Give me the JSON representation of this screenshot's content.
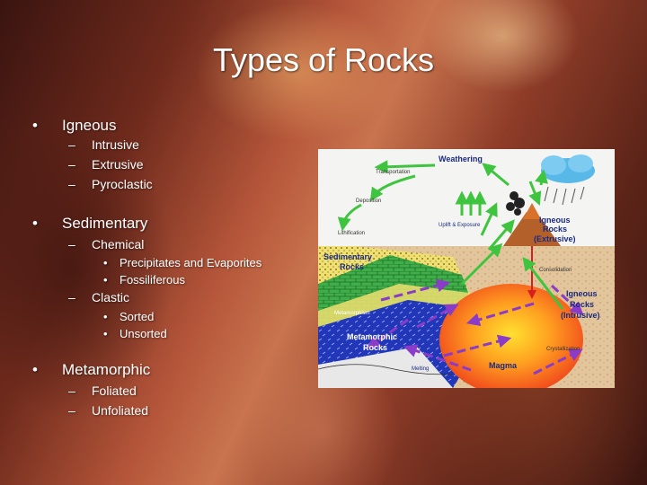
{
  "slide": {
    "title": "Types of Rocks",
    "bullet_glyph": "•",
    "dash_glyph": "–",
    "igneous": {
      "label": "Igneous",
      "items": [
        "Intrusive",
        "Extrusive",
        "Pyroclastic"
      ]
    },
    "sedimentary": {
      "label": "Sedimentary",
      "chemical": {
        "label": "Chemical",
        "items": [
          "Precipitates and Evaporites",
          "Fossiliferous"
        ]
      },
      "clastic": {
        "label": "Clastic",
        "items": [
          "Sorted",
          "Unsorted"
        ]
      }
    },
    "metamorphic": {
      "label": "Metamorphic",
      "items": [
        "Foliated",
        "Unfoliated"
      ]
    }
  },
  "diagram": {
    "weathering": "Weathering",
    "transportation": "Transportation",
    "deposition": "Deposition",
    "lithification": "Lithification",
    "uplift": "Uplift & Exposure",
    "igneous_extrusive_1": "Igneous",
    "igneous_extrusive_2": "Rocks",
    "igneous_extrusive_3": "(Extrusive)",
    "sedimentary_1": "Sedimentary",
    "sedimentary_2": "Rocks",
    "consolidation": "Consolidation",
    "igneous_intrusive_1": "Igneous",
    "igneous_intrusive_2": "Rocks",
    "igneous_intrusive_3": "(Intrusive)",
    "metamorphism": "Metamorphism",
    "metamorphic_1": "Metamorphic",
    "metamorphic_2": "Rocks",
    "crystallization": "Crystallization",
    "melting": "Melting",
    "magma": "Magma",
    "colors": {
      "sky": "#f4f4f2",
      "ground": "#e2c59a",
      "sediment": "#f0e070",
      "brick": "#3fae49",
      "metamorphic": "#2236b8",
      "magma_inner": "#ffd21a",
      "magma_outer": "#ee3a1c",
      "volcano": "#b3602a",
      "cloud": "#58b8e8",
      "arrow_green": "#3ec43e",
      "arrow_purple": "#8a3cc8"
    }
  }
}
